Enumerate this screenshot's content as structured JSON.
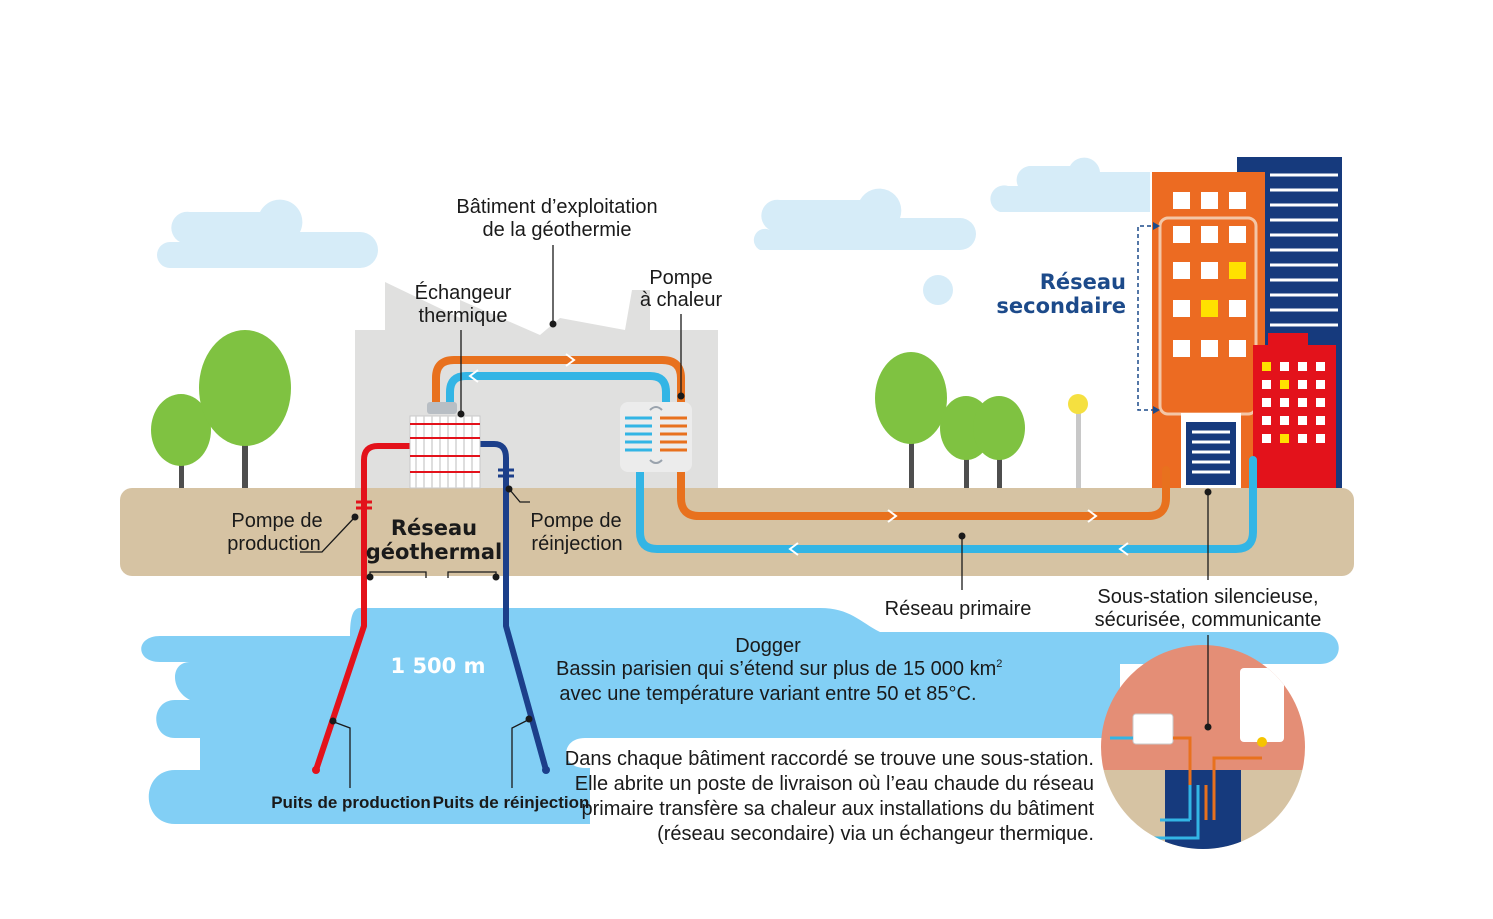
{
  "labels": {
    "building_line1": "Bâtiment d’exploitation",
    "building_line2": "de la géothermie",
    "exchanger_line1": "Échangeur",
    "exchanger_line2": "thermique",
    "heatpump_line1": "Pompe",
    "heatpump_line2": "à chaleur",
    "secondary_line1": "Réseau",
    "secondary_line2": "secondaire",
    "prod_pump_line1": "Pompe de",
    "prod_pump_line2": "production",
    "reinj_pump_line1": "Pompe de",
    "reinj_pump_line2": "réinjection",
    "geo_network_line1": "Réseau",
    "geo_network_line2": "géothermal",
    "primary_network": "Réseau primaire",
    "substation_line1": "Sous-station silencieuse,",
    "substation_line2": "sécurisée, communicante",
    "depth": "1 500 m",
    "dogger_title": "Dogger",
    "dogger_line1": "Bassin parisien qui s’étend sur plus de 15 000 km",
    "dogger_sup": "2",
    "dogger_line2": "avec une température variant entre 50 et 85°C.",
    "prod_well": "Puits de production",
    "reinj_well": "Puits de réinjection",
    "desc_line1": "Dans chaque bâtiment raccordé se trouve une sous-station.",
    "desc_line2": "Elle abrite un poste de livraison où l’eau chaude du réseau",
    "desc_line3": "primaire transfère sa chaleur aux installations du bâtiment",
    "desc_line4": "(réseau secondaire) via un échangeur thermique."
  },
  "colors": {
    "hot_pipe": "#e8711e",
    "cold_pipe": "#33b5e5",
    "production_pipe": "#e3121b",
    "reinjection_pipe": "#1c3f8a",
    "aquifer": "#82cff5",
    "ground": "#d6c3a3",
    "tree": "#7fc241",
    "building_grey": "#e0e0df",
    "tower_orange": "#ec6b22",
    "tower_navy": "#163a7d",
    "tower_red": "#e3121b",
    "secondary_label": "#1c4a8a"
  }
}
